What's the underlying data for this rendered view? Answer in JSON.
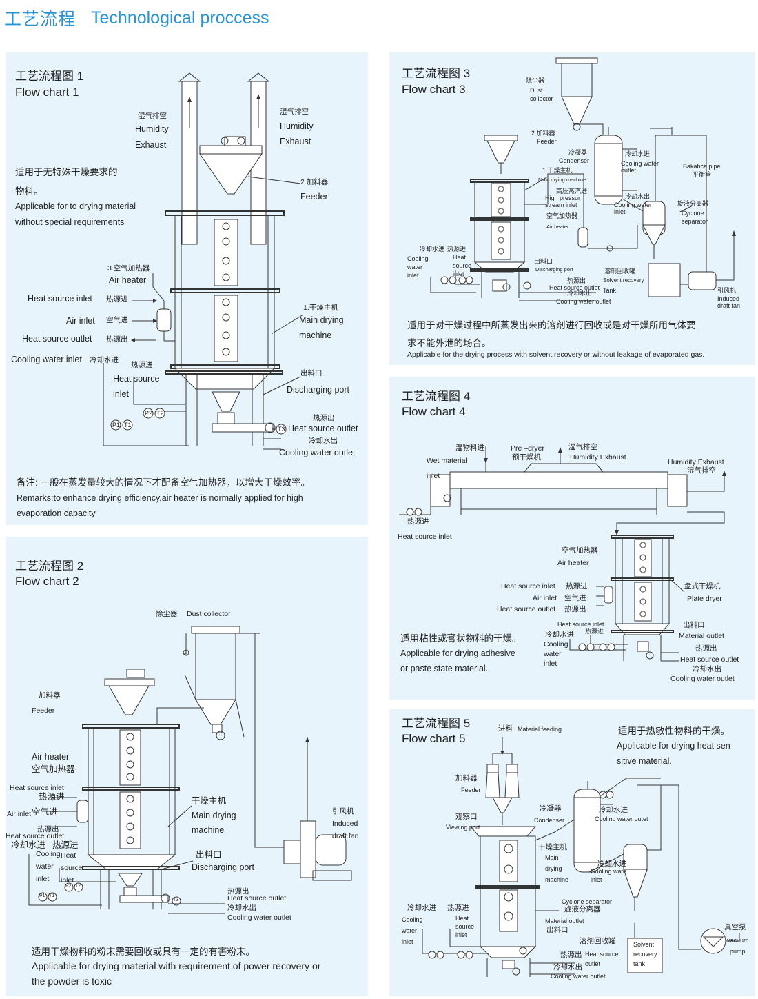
{
  "header": {
    "title_cn": "工艺流程",
    "title_en": "Technological proccess"
  },
  "fc1": {
    "title_cn": "工艺流程图 1",
    "title_en": "Flow chart 1",
    "humidity_cn_left": "湿气排空",
    "humidity_en_left_1": "Humidity",
    "humidity_en_left_2": "Exhaust",
    "humidity_cn_right": "湿气排空",
    "humidity_en_right_1": "Humidity",
    "humidity_en_right_2": "Exhaust",
    "feeder_cn": "2.加料器",
    "feeder_en": "Feeder",
    "desc_cn_1": "适用于无特殊干燥要求的",
    "desc_cn_2": "物料。",
    "desc_en_1": "Applicable for to drying material",
    "desc_en_2": "without special requirements",
    "airheater_cn": "3.空气加热器",
    "airheater_en": "Air heater",
    "hs_inlet_en": "Heat source inlet",
    "hs_inlet_cn": "热源进",
    "air_inlet_en": "Air inlet",
    "air_inlet_cn": "空气进",
    "hs_outlet_en": "Heat source outlet",
    "hs_outlet_cn": "热源出",
    "main_cn": "1.干燥主机",
    "main_en_1": "Main drying",
    "main_en_2": "machine",
    "cw_inlet_en": "Cooling water inlet",
    "cw_inlet_cn": "冷却水进",
    "hs_in2_cn": "热源进",
    "hs_in2_en_1": "Heat source",
    "hs_in2_en_2": "inlet",
    "discharge_cn": "出料口",
    "discharge_en": "Discharging port",
    "hs_out2_cn": "热源出",
    "hs_out2_en": "Heat source outlet",
    "cw_out_cn": "冷却水出",
    "cw_out_en": "Cooling water outlet",
    "g_p1": "P1",
    "g_t1": "T1",
    "g_p2": "P2",
    "g_t2": "T2",
    "g_t3": "T3",
    "remark_cn": "备注: 一般在蒸发量较大的情况下才配备空气加热器，以增大干燥效率。",
    "remark_en_1": "Remarks:to enhance drying efficiency,air heater is normally applied for high",
    "remark_en_2": "evaporation capacity"
  },
  "fc2": {
    "title_cn": "工艺流程图 2",
    "title_en": "Flow chart 2",
    "dust_cn": "除尘器",
    "dust_en": "Dust collector",
    "feeder_cn": "加料器",
    "feeder_en": "Feeder",
    "airheater_en": "Air heater",
    "airheater_cn": "空气加热器",
    "hs_inlet_en": "Heat source inlet",
    "hs_inlet_cn": "热源进",
    "air_inlet_en": "Air inlet",
    "air_inlet_cn": "空气进",
    "hs_outlet_cn": "热源出",
    "hs_outlet_en": "Heat source outlet",
    "cw_in_cn": "冷却水进",
    "cw_in_en_1": "Cooling",
    "cw_in_en_2": "water",
    "cw_in_en_3": "inlet",
    "hs_in2_cn": "热源进",
    "hs_in2_en_1": "Heat",
    "hs_in2_en_2": "source",
    "hs_in2_en_3": "inlet",
    "main_cn": "干燥主机",
    "main_en_1": "Main drying",
    "main_en_2": "machine",
    "discharge_cn": "出料口",
    "discharge_en": "Discharging port",
    "fan_cn": "引风机",
    "fan_en_1": "Induced",
    "fan_en_2": "draft fan",
    "hs_out2_cn": "热源出",
    "hs_out2_en": "Heat source outlet",
    "cw_out_cn": "冷却水出",
    "cw_out_en": "Cooling water outlet",
    "g_p1": "P1",
    "g_t1": "T1",
    "g_p2": "P2",
    "g_t2": "T2",
    "g_t3": "T3",
    "desc_cn": "适用干燥物料的粉末需要回收或具有一定的有害粉末。",
    "desc_en_1": "Applicable for drying material with requirement of power recovery or",
    "desc_en_2": "the powder is toxic"
  },
  "fc3": {
    "title_cn": "工艺流程图 3",
    "title_en": "Flow chart 3",
    "dust_cn": "除尘器",
    "dust_en_1": "Dust",
    "dust_en_2": "collector",
    "feeder_cn": "2.加料器",
    "feeder_en": "Feeder",
    "condenser_cn": "冷凝器",
    "condenser_en": "Condenser",
    "cw_in_cn": "冷却水进",
    "cw_in_en_1": "Cooling water",
    "cw_in_en_2": "outlet",
    "bal_en": "Bakabce pipe",
    "bal_cn": "平衡管",
    "main_cn": "1.干燥主机",
    "main_en": "Main drying machine",
    "steam_cn": "高压蒸汽进",
    "steam_en_1": "High pressur",
    "steam_en_2": "stream inlet",
    "cw_out_cn": "冷却水出",
    "cw_out_en_1": "Cooling water",
    "cw_out_en_2": "inlet",
    "cyclone_cn": "旋液分离器",
    "cyclone_en_1": "Cyclone",
    "cyclone_en_2": "separator",
    "airheater_cn": "空气加热器",
    "airheater_en": "Air heater",
    "cw_in2_cn": "冷却水进",
    "cw_in2_en_1": "Cooling",
    "cw_in2_en_2": "water",
    "cw_in2_en_3": "inlet",
    "hs_in_cn": "热源进",
    "hs_in_en_1": "Heat",
    "hs_in_en_2": "source",
    "hs_in_en_3": "inlet",
    "discharge_cn": "出料口",
    "discharge_en": "Discharging port",
    "tank_cn": "溶剂回收罐",
    "tank_en": "Solvent recovery",
    "hs_out_cn": "热源出",
    "hs_out_en": "Heat source outlet",
    "tank_word": "Tank",
    "cw_out2_cn": "冷却水出",
    "cw_out2_en": "Cooling water outlet",
    "fan_cn": "引风机",
    "fan_en_1": "Induced",
    "fan_en_2": "draft fan",
    "desc_cn_1": "适用于对干燥过程中所蒸发出来的溶剂进行回收或是对干燥所用气体要",
    "desc_cn_2": "求不能外泄的场合。",
    "desc_en": "Applicable for the drying process with solvent recovery or without leakage of evaporated gas."
  },
  "fc4": {
    "title_cn": "工艺流程图 4",
    "title_en": "Flow chart 4",
    "wet_cn": "湿物料进",
    "wet_en_1": "Wet material",
    "wet_en_2": "inlet",
    "predryer_en": "Pre –dryer",
    "predryer_cn": "预干燥机",
    "hum_cn": "湿气排空",
    "hum_en": "Humidity Exhaust",
    "hum2_en": "Humidity Exhaust",
    "hum2_cn": "湿气排空",
    "hs_in_cn": "热源进",
    "hs_in_en": "Heat source inlet",
    "airheater_cn": "空气加热器",
    "airheater_en": "Air heater",
    "hs_in2_en": "Heat source inlet",
    "hs_in2_cn": "热源进",
    "air_in_en": "Air inlet",
    "air_in_cn": "空气进",
    "hs_out_en": "Heat source outlet",
    "hs_out_cn": "热源出",
    "plate_cn": "盘式干燥机",
    "plate_en": "Plate dryer",
    "hs_in3_en": "Heat source inlet",
    "hs_in3_cn": "热源进",
    "cw_in_cn": "冷却水进",
    "cw_in_en_1": "Cooling",
    "cw_in_en_2": "water",
    "cw_in_en_3": "inlet",
    "mat_out_cn": "出料口",
    "mat_out_en": "Material outlet",
    "hs_out2_cn": "热源出",
    "hs_out2_en": "Heat source outlet",
    "cw_out_cn": "冷却水出",
    "cw_out_en": "Cooling water outlet",
    "desc_cn": "适用粘性或膏状物料的干燥。",
    "desc_en_1": "Applicable for drying adhesive",
    "desc_en_2": "or paste state material."
  },
  "fc5": {
    "title_cn": "工艺流程图 5",
    "title_en": "Flow chart 5",
    "feed_cn": "进料",
    "feed_en": "Material feeding",
    "desc_cn": "适用于热敏性物料的干燥。",
    "desc_en_1": "Applicable for drying heat sen-",
    "desc_en_2": "sitive material.",
    "feeder_cn": "加料器",
    "feeder_en": "Feeder",
    "view_cn": "观察口",
    "view_en": "Viewing port",
    "condenser_cn": "冷凝器",
    "condenser_en": "Condenser",
    "cw_in_cn": "冷却水进",
    "cw_in_en": "Cooling water outet",
    "main_cn": "干燥主机",
    "main_en_1": "Main",
    "main_en_2": "drying",
    "main_en_3": "machine",
    "cw_in2_cn": "冷却水进",
    "cw_in2_en_1": "Cooling wate",
    "cw_in2_en_2": "inlet",
    "cyclone_en": "Cyclone separator",
    "cyclone_cn": "旋液分离器",
    "pump_cn": "真空泵",
    "pump_en_1": "vacuum",
    "pump_en_2": "pump",
    "cw_in3_cn": "冷却水进",
    "cw_in3_en_1": "Cooling",
    "cw_in3_en_2": "water",
    "cw_in3_en_3": "inlet",
    "hs_in_cn": "热源进",
    "hs_in_en_1": "Heat",
    "hs_in_en_2": "source",
    "hs_in_en_3": "inlet",
    "mat_out_en": "Material outlet",
    "mat_out_cn": "出料口",
    "tank_cn": "溶剂回收罐",
    "tank_en_1": "Solvent",
    "tank_en_2": "recovery",
    "tank_en_3": "tank",
    "hs_out_cn": "热源出",
    "hs_out_en_1": "Heat source",
    "hs_out_en_2": "outlet",
    "cw_out_cn": "冷却水出",
    "cw_out_en": "Cooling water outlet"
  }
}
